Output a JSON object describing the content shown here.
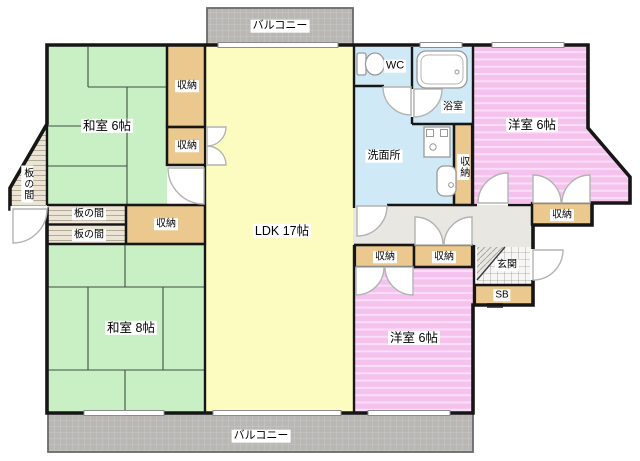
{
  "plan": {
    "balcony_top": "バルコニー",
    "balcony_bottom": "バルコニー",
    "washitsu_6": "和室 6帖",
    "washitsu_8": "和室 8帖",
    "ldk": "LDK 17帖",
    "wc": "WC",
    "bathroom": "浴室",
    "washroom": "洗面所",
    "youshitsu_top": "洋室 6帖",
    "youshitsu_bottom": "洋室 6帖",
    "genkan": "玄関",
    "shoebox": "SB",
    "storage": "収納",
    "itanoma": "板の間"
  },
  "colors": {
    "wall": "#161616",
    "tatami_green": "#c9f0c5",
    "storage_tan": "#ebc98e",
    "ldk_yellow": "#fdfcc0",
    "water_blue": "#cfe9f7",
    "western_pink": "#f5c2ee",
    "western_pink_stripe": "#fadef7",
    "hall_gray": "#e8e7e2",
    "balcony_gray": "#b8b7b4",
    "balcony_grid": "#cac9c6",
    "itanoma_cream": "#ece5d5",
    "itanoma_line": "#b3aa97",
    "genkan_grid": "#9a9a9a"
  }
}
